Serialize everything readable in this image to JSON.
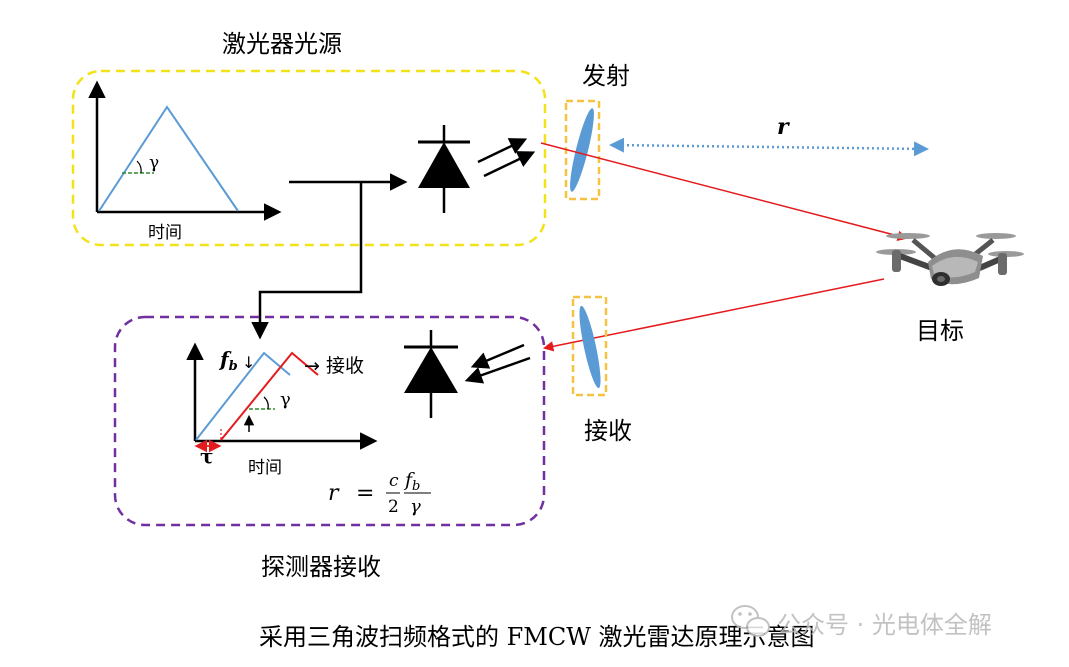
{
  "labels": {
    "laser_source": "激光器光源",
    "transmit": "发射",
    "range_symbol": "r",
    "target": "目标",
    "receive": "接收",
    "detector_receive": "探测器接收",
    "time_top": "时间",
    "time_bottom": "时间",
    "gamma_top": "γ",
    "gamma_bottom": "γ",
    "fb": "f",
    "fb_sub": "b",
    "fb_arrow": "↓",
    "tau": "τ",
    "receive_output": "→ 接收",
    "formula_lhs": "r",
    "formula_eq": "=",
    "formula_c": "c",
    "formula_2": "2",
    "formula_fb": "f",
    "formula_fb_sub": "b",
    "formula_gamma": "γ"
  },
  "caption": "采用三角波扫频格式的 FMCW 激光雷达原理示意图",
  "watermark": {
    "icon": "wechat-icon",
    "text": "公众号 · 光电体全解"
  },
  "colors": {
    "yellow_box": "#f2e21a",
    "purple_box": "#7030a0",
    "lens_fill": "#5b9bd5",
    "lens_box": "#f5c242",
    "wave": "#5b9bd5",
    "received_wave": "#e41a1c",
    "laser_ray": "#e41a1c",
    "range_arrow": "#5b9bd5"
  }
}
